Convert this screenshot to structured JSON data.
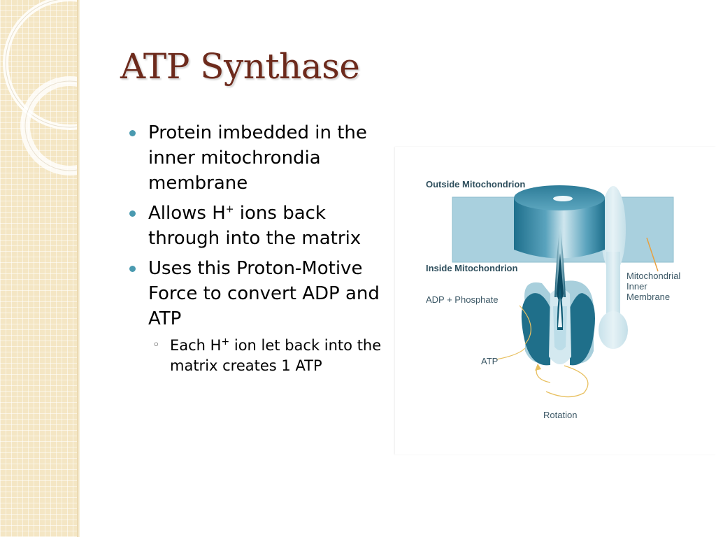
{
  "slide": {
    "title": "ATP Synthase",
    "bullets": [
      {
        "text": "Protein imbedded in the inner mitochrondia membrane"
      },
      {
        "text_before": "Allows H",
        "sup": "+",
        "text_after": " ions back through into the matrix"
      },
      {
        "text": "Uses this Proton-Motive Force to convert ADP and ATP"
      }
    ],
    "sub_bullets": [
      {
        "text_before": "Each H",
        "sup": "+",
        "text_after": " ion let back into the matrix creates 1 ATP"
      }
    ]
  },
  "figure": {
    "labels": {
      "outside": "Outside Mitochondrion",
      "inside": "Inside Mitochondrion",
      "membrane": [
        "Mitochondrial",
        "Inner",
        "Membrane"
      ],
      "adp": "ADP + Phosphate",
      "atp": "ATP",
      "rotation": "Rotation"
    },
    "colors": {
      "membrane": "#a9d0de",
      "dark_teal": "#1f6f8a",
      "light_blue": "#d4e9f0",
      "accent_line": "#e8a040"
    }
  },
  "theme": {
    "title_color": "#6d2a1c",
    "bullet_color": "#4a9ab0",
    "strip_color": "#f4e6c4"
  }
}
